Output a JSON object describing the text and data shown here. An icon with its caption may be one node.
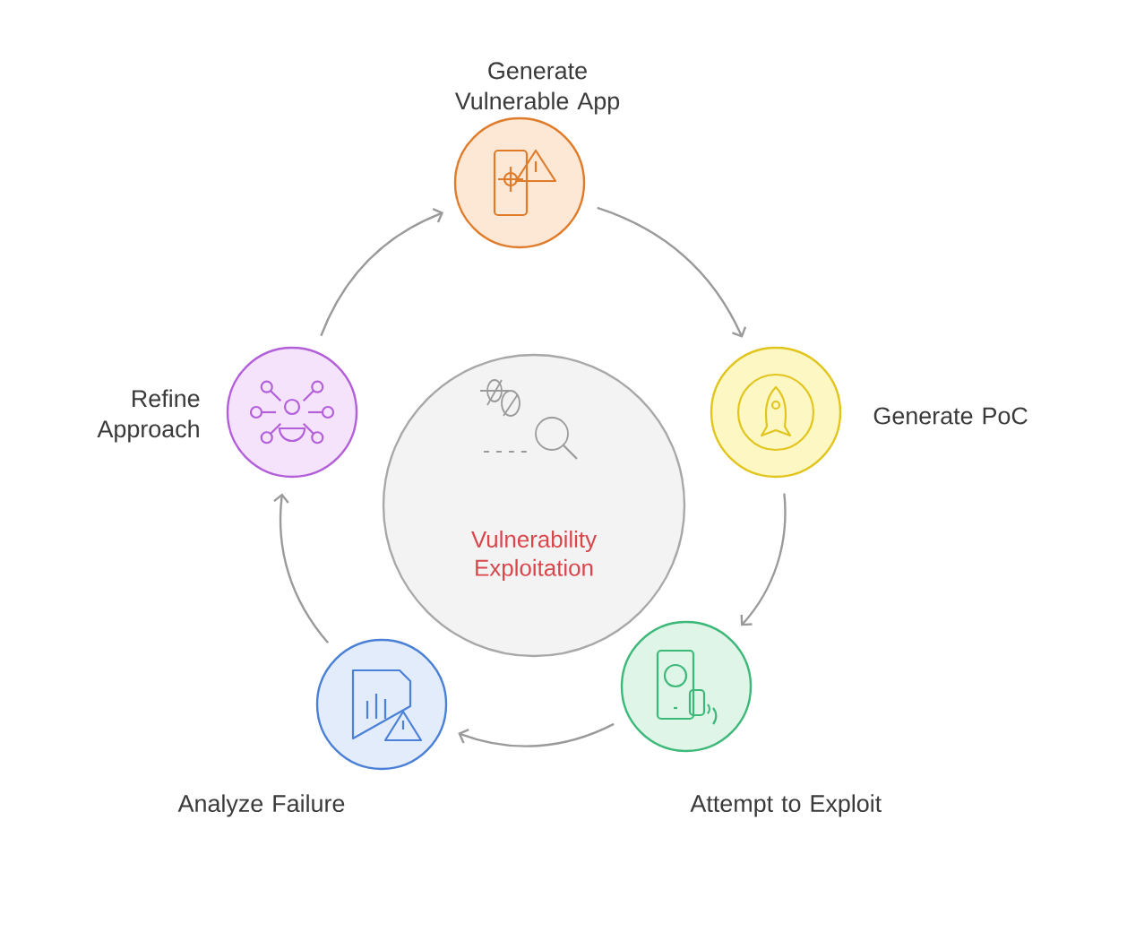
{
  "diagram": {
    "nodes": [
      {
        "text": [
          "Vulnerability Exploitation"
        ]
      },
      {
        "text": [],
        "shape": "circle",
        "beside": [
          "Generate Vulnerable App"
        ]
      },
      {
        "text": [],
        "shape": "circle",
        "beside": [
          "Generate PoC"
        ]
      },
      {
        "text": [],
        "shape": "circle",
        "beside": [
          "Attempt to Exploit"
        ]
      },
      {
        "text": [],
        "shape": "circle",
        "beside": [
          "Analyze Failure"
        ]
      },
      {
        "text": [],
        "shape": "circle",
        "beside": [
          "Refine Approach"
        ]
      }
    ],
    "edges": [
      {
        "from": 1,
        "to": 2,
        "arrow": "to"
      },
      {
        "from": 2,
        "to": 3,
        "arrow": "to"
      },
      {
        "from": 3,
        "to": 4,
        "arrow": "to"
      },
      {
        "from": 4,
        "to": 5,
        "arrow": "to"
      },
      {
        "from": 5,
        "to": 1,
        "arrow": "to"
      }
    ]
  }
}
